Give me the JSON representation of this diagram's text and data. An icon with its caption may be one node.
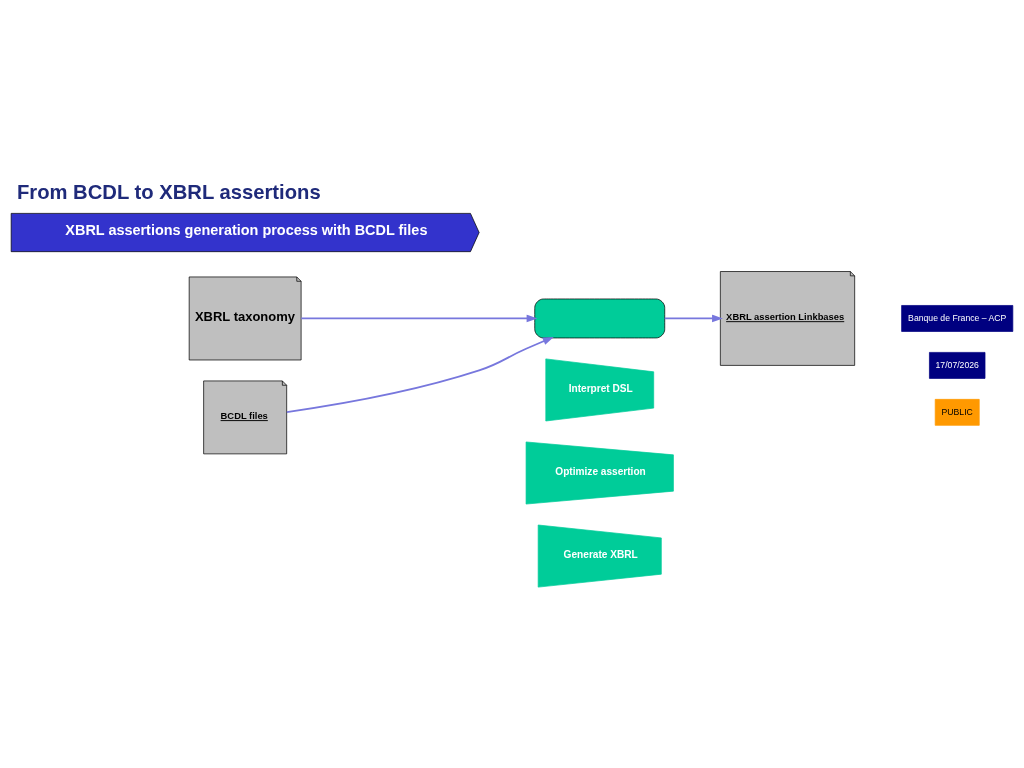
{
  "diagram": {
    "title": "From BCDL to XBRL assertions",
    "nodes": [
      {
        "text": [
          "XBRL assertions generation process with BCDL files"
        ]
      },
      {
        "text": [
          "XBRL taxonomy"
        ]
      },
      {
        "text": [
          "BCDL files"
        ]
      },
      {
        "text": [],
        "shape": "box"
      },
      {
        "text": [
          "XBRL assertion Linkbases"
        ]
      },
      {
        "text": [
          "Interpret DSL"
        ]
      },
      {
        "text": [
          "Optimize assertion"
        ]
      },
      {
        "text": [
          "Generate XBRL"
        ]
      }
    ],
    "edges": [
      {
        "from": 1,
        "to": 3,
        "arrow": "to"
      },
      {
        "from": 2,
        "to": 3,
        "arrow": "to"
      },
      {
        "from": 3,
        "to": 4,
        "arrow": "to"
      }
    ],
    "labels": [
      "Banque de France – ACP",
      "17/07/2026",
      "PUBLIC"
    ]
  }
}
